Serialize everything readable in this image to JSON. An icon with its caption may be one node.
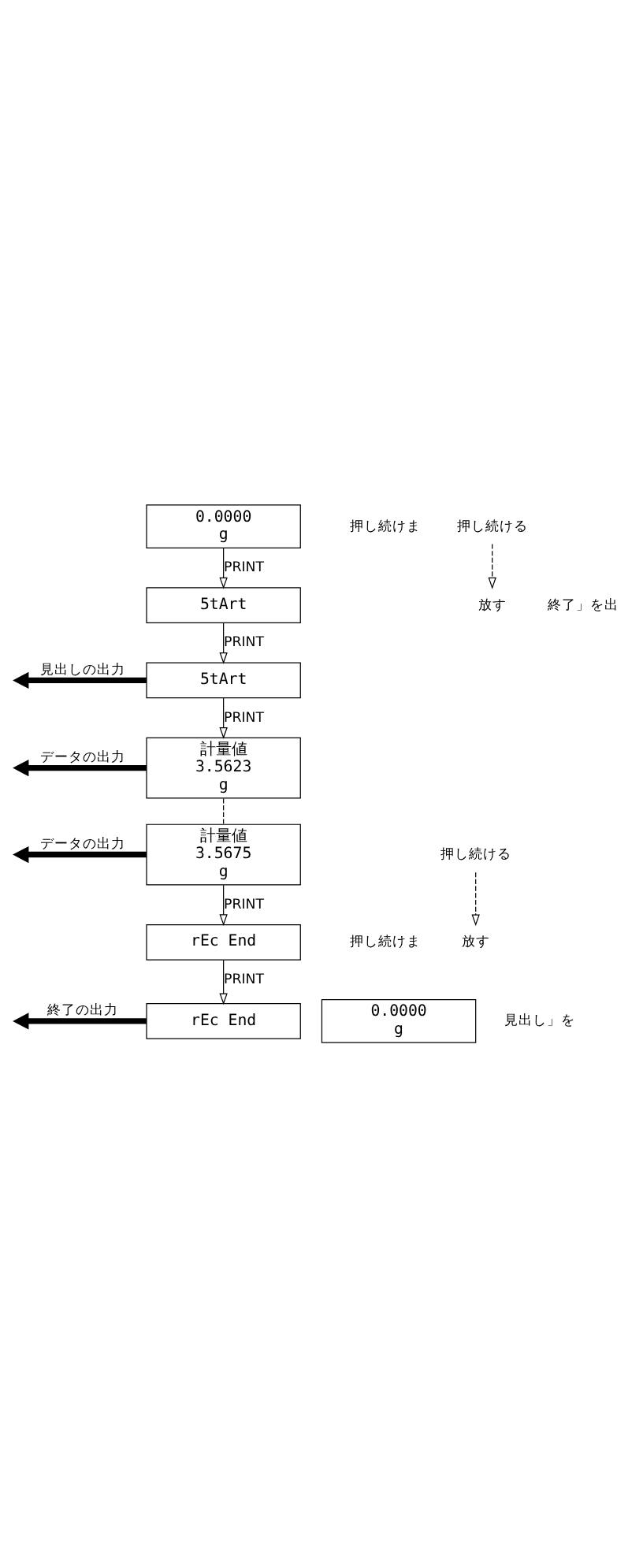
{
  "diagram": {
    "nodes": [
      {
        "text": [
          "0.0000",
          "g"
        ]
      },
      {
        "text": [
          "5tArt"
        ]
      },
      {
        "text": [
          "5tArt"
        ]
      },
      {
        "text": [
          "計量値",
          "3.5623",
          "g"
        ]
      },
      {
        "text": [
          "計量値",
          "3.5675",
          "g"
        ]
      },
      {
        "text": [
          "rEc End"
        ]
      },
      {
        "text": [
          "rEc End"
        ]
      },
      {
        "text": [
          "0.0000",
          "g"
        ]
      },
      {
        "text": [
          "押し続ける"
        ]
      },
      {
        "text": [
          "放す"
        ]
      },
      {
        "text": [
          "押し続ける"
        ]
      },
      {
        "text": [
          "放す"
        ]
      }
    ],
    "edges": [
      {
        "from": 0,
        "to": 1,
        "arrow": "to",
        "label": "PRINT"
      },
      {
        "from": 1,
        "to": 2,
        "arrow": "to",
        "label": "PRINT"
      },
      {
        "from": 8,
        "to": 9,
        "arrow": "to",
        "style": "dashed"
      },
      {
        "from": 2,
        "to": null,
        "arrow": "to",
        "label": "見出しの出力",
        "style": "thick"
      },
      {
        "from": 2,
        "to": 3,
        "arrow": "to",
        "label": "PRINT"
      },
      {
        "from": 3,
        "to": null,
        "arrow": "to",
        "label": "データの出力",
        "style": "thick"
      },
      {
        "from": 3,
        "to": 4,
        "arrow": "none",
        "style": "dashed"
      },
      {
        "from": 4,
        "to": null,
        "arrow": "to",
        "label": "データの出力",
        "style": "thick"
      },
      {
        "from": 4,
        "to": 5,
        "arrow": "to",
        "label": "PRINT"
      },
      {
        "from": 5,
        "to": 6,
        "arrow": "to",
        "label": "PRINT"
      },
      {
        "from": 10,
        "to": 11,
        "arrow": "to",
        "style": "dashed"
      },
      {
        "from": 6,
        "to": null,
        "arrow": "to",
        "label": "終了の出力",
        "style": "thick"
      }
    ],
    "labels": [
      "押し続けま",
      "終了」を出",
      "押し続けま",
      "見出し」を"
    ]
  }
}
